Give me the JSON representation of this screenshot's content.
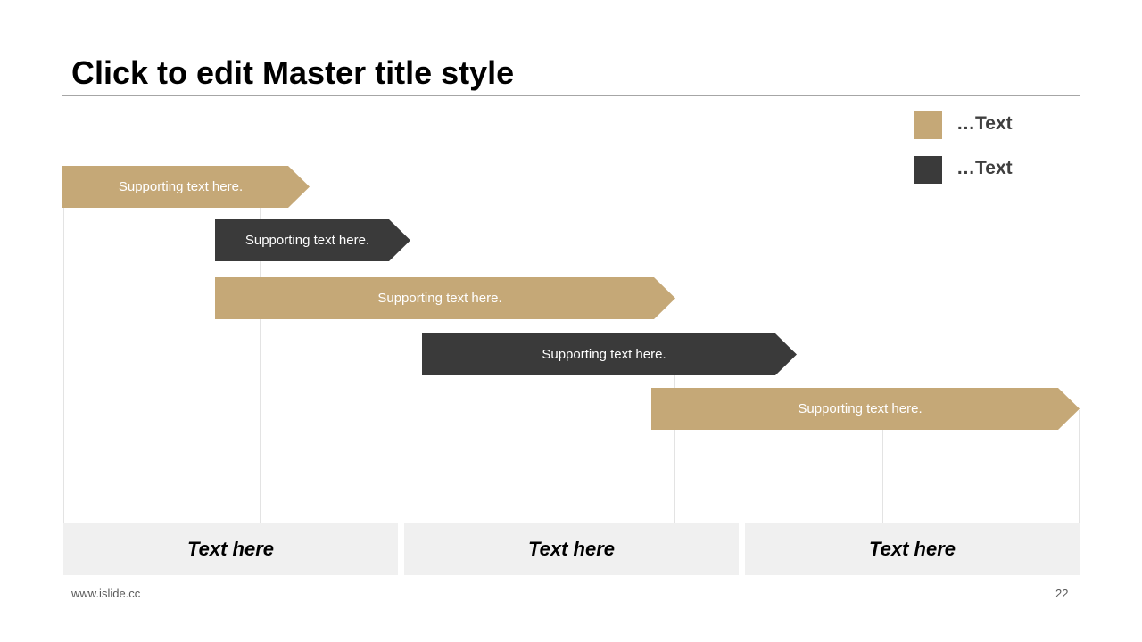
{
  "slide": {
    "title": "Click to edit Master title style",
    "footer_site": "www.islide.cc",
    "page_number": "22"
  },
  "colors": {
    "gold": "#c5a877",
    "dark": "#3a3a3a",
    "grid": "#e3e3e3",
    "footer_box": "#f0f0f0"
  },
  "legend": [
    {
      "label": "…Text",
      "color": "#c5a877"
    },
    {
      "label": "…Text",
      "color": "#3a3a3a"
    }
  ],
  "arrows": [
    {
      "label": "Supporting text here.",
      "color": "#c5a877"
    },
    {
      "label": "Supporting text here.",
      "color": "#3a3a3a"
    },
    {
      "label": "Supporting text here.",
      "color": "#c5a877"
    },
    {
      "label": "Supporting text here.",
      "color": "#3a3a3a"
    },
    {
      "label": "Supporting text here.",
      "color": "#c5a877"
    }
  ],
  "footer_boxes": [
    {
      "label": "Text here"
    },
    {
      "label": "Text here"
    },
    {
      "label": "Text here"
    }
  ]
}
